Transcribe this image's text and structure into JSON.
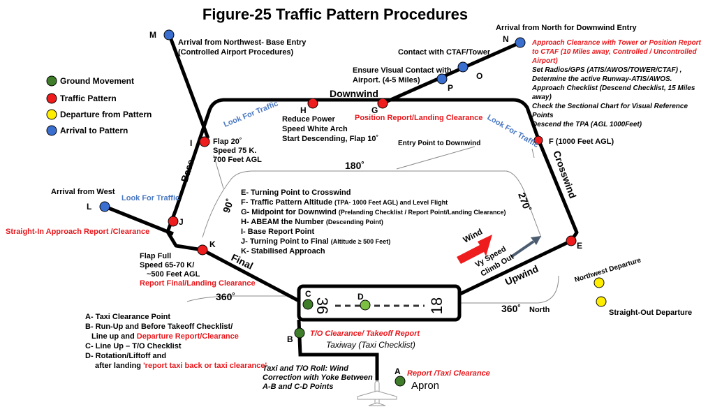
{
  "title": "Figure-25 Traffic Pattern Procedures",
  "colors": {
    "ground": "#3f7d2a",
    "pattern": "#ee1c1c",
    "departure": "#ffee00",
    "arrival": "#3a6fd0",
    "red_text": "#e8161b",
    "blue_text": "#4a78c2",
    "runway_marking": "#555555"
  },
  "legend": [
    {
      "label": "Ground Movement",
      "kind": "ground"
    },
    {
      "label": "Traffic Pattern",
      "kind": "pattern"
    },
    {
      "label": "Departure from Pattern",
      "kind": "departure"
    },
    {
      "label": "Arrival to Pattern",
      "kind": "arrival"
    }
  ],
  "point_letters": {
    "A": "A",
    "B": "B",
    "C": "C",
    "D": "D",
    "E": "E",
    "F": "F",
    "G": "G",
    "H": "H",
    "I": "I",
    "J": "J",
    "K": "K",
    "L": "L",
    "M": "M",
    "N": "N",
    "O": "O",
    "P": "P"
  },
  "legs": {
    "downwind": "Downwind",
    "crosswind": "Crosswind",
    "base": "Base",
    "final": "Final",
    "upwind": "Upwind"
  },
  "look_for_traffic": "Look For Traffic",
  "degrees": {
    "d180": "180˚",
    "d90": "90˚",
    "d270": "270˚",
    "d360_left": "360˚",
    "d360_right": "360˚",
    "north": "North"
  },
  "runway": {
    "left_number": "36",
    "right_number": "18"
  },
  "wind": "Wind",
  "climb": {
    "line1": "Vy Speed",
    "line2": "Climb Out"
  },
  "taxiway": "Taxiway (Taxi Checklist)",
  "apron": "Apron",
  "notes": {
    "m_line1": "Arrival from Northwest- Base Entry",
    "m_line2": "(Controlled Airport Procedures)",
    "n_title": "Arrival from North for Downwind Entry",
    "n_red1": "Approach Clearance with Tower or Position Report",
    "n_red2": "to CTAF (10 Miles away, Controlled / Uncontrolled",
    "n_red3": "Airport)",
    "n_b1": "Set Radios/GPS (ATIS/AWOS/TOWER/CTAF) ,",
    "n_b2": "Determine the active Runway-ATIS/AWOS.",
    "n_b3": "Approach Checklist (Descend Checklist, 15 Miles",
    "n_b4": "away)",
    "n_b5": "Check  the Sectional Chart for Visual Reference",
    "n_b6": "Points",
    "n_b7": "Descend the TPA (AGL 1000Feet)",
    "contact_ctaf": "Contact with CTAF/Tower",
    "visual1": "Ensure Visual Contact with",
    "visual2": "Airport.  (4-5 Miles)",
    "g_red": "Position Report/Landing Clearance",
    "h1": "Reduce Power",
    "h2": "Speed White Arch",
    "h3": "Start Descending,  Flap 10˚",
    "i1": "Flap 20˚",
    "i2": "Speed 75 K.",
    "i3": "700 Feet AGL",
    "f_note": "F (1000 Feet AGL)",
    "entry_point": "Entry Point to Downwind",
    "l_note": "Arrival from West",
    "straight_in": "Straight-In Approach Report /Clearance",
    "k1": "Flap Full",
    "k2": "Speed 65-70 K/",
    "k3": "~500 Feet AGL",
    "k_red": "Report Final/Landing Clearance",
    "nw_dep": "Northwest Departure",
    "straight_dep": "Straight-Out Departure",
    "to_clear": "T/O Clearance/ Takeoff Report",
    "report_taxi": "Report /Taxi Clearance",
    "roll1": "Taxi and T/O Roll: Wind",
    "roll2": "Correction with Yoke Between",
    "roll3": "A-B  and C-D Points"
  },
  "center_list": [
    {
      "main": "E- Turning Point to Crosswind",
      "sub": ""
    },
    {
      "main": "F- Traffic Pattern Altitude ",
      "sub": "(TPA- 1000 Feet AGL) and Level Flight"
    },
    {
      "main": "G- Midpoint for Downwind ",
      "sub": "(Prelanding Checklist / Report Point/Landing Clearance)"
    },
    {
      "main": "H- ABEAM the Number ",
      "sub": "(Descending Point)"
    },
    {
      "main": "I- Base Report Point",
      "sub": ""
    },
    {
      "main": "J- Turning Point to Final ",
      "sub": "(Altitude ≥ 500 Feet)"
    },
    {
      "main": "K- Stabilised Approach",
      "sub": ""
    }
  ],
  "ground_list": {
    "a": "A- Taxi Clearance Point",
    "b1": "B- Run-Up and       Before Takeoff Checklist/",
    "b2a": "Line up and ",
    "b2b": "Departure Report/Clearance",
    "c": "C- Line Up – T/O Checklist",
    "d1": "D- Rotation/Liftoff and",
    "d2a": "after landing ",
    "d2b": "'report taxi back or taxi clearance'"
  }
}
